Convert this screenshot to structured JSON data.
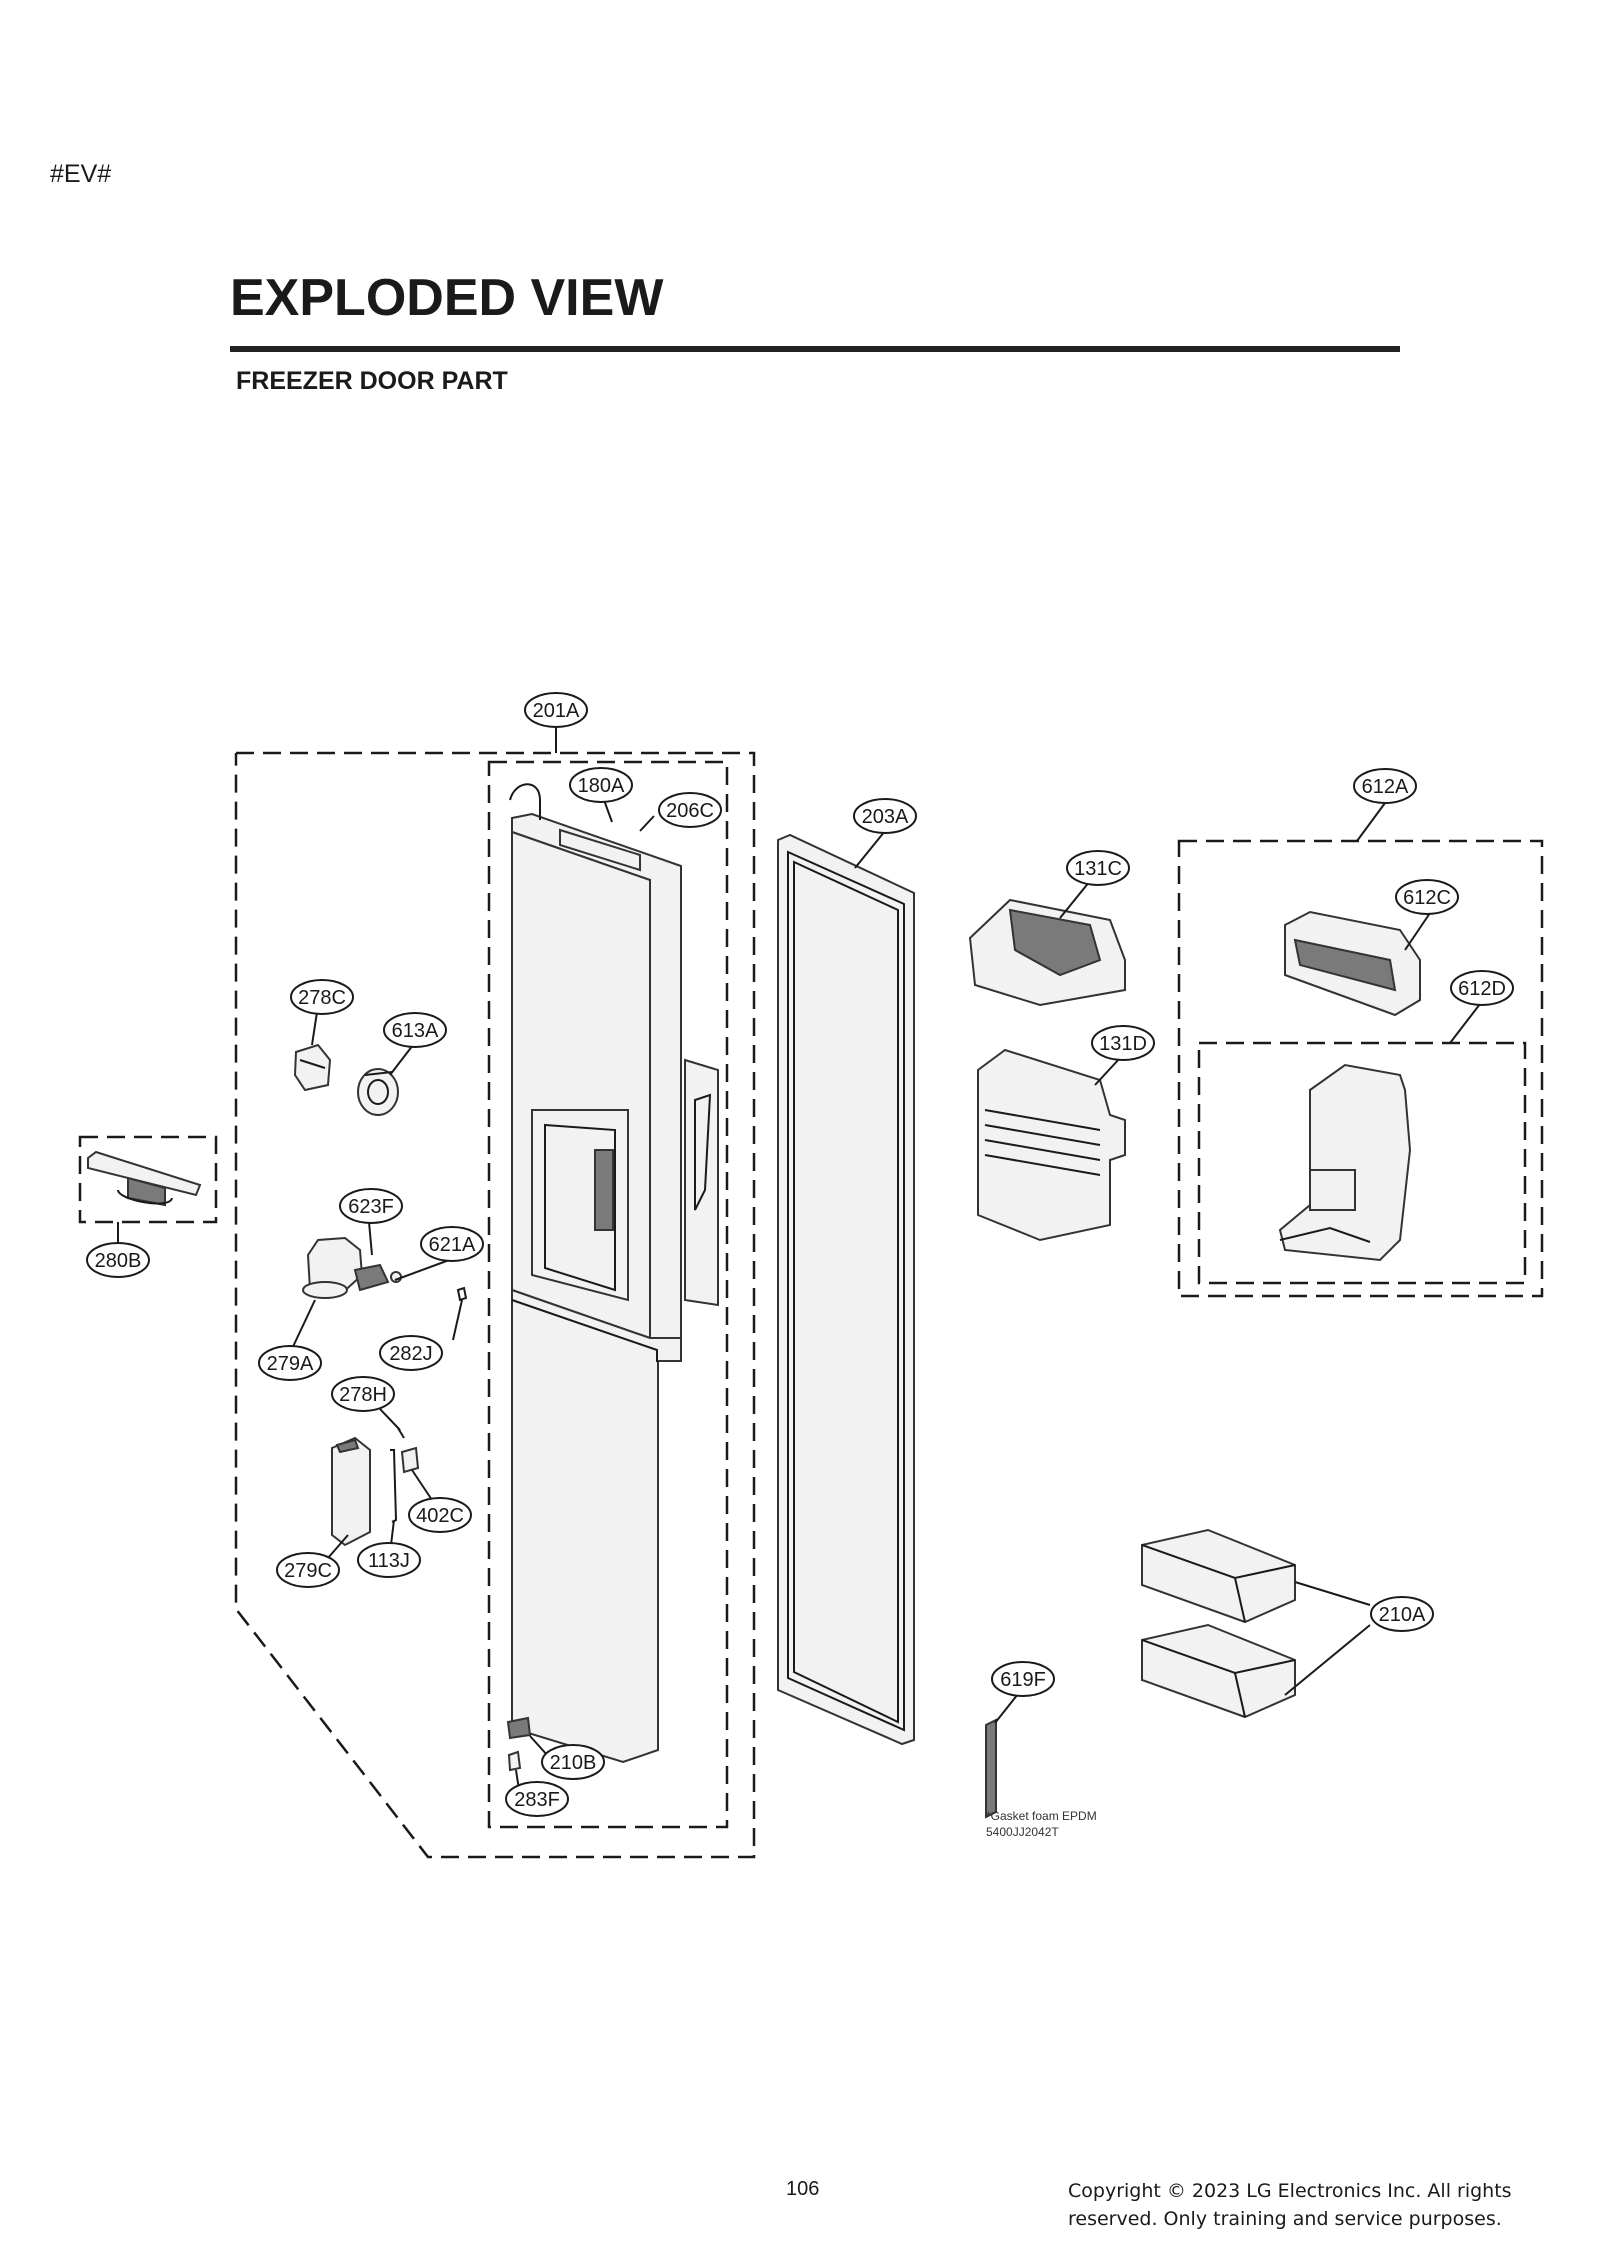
{
  "header": {
    "code_tag": "#EV#",
    "title": "EXPLODED VIEW",
    "subtitle": "FREEZER DOOR PART"
  },
  "callouts": {
    "c201A": "201A",
    "c180A": "180A",
    "c206C": "206C",
    "c203A": "203A",
    "c612A": "612A",
    "c131C": "131C",
    "c612C": "612C",
    "c612D": "612D",
    "c278C": "278C",
    "c613A": "613A",
    "c131D": "131D",
    "c623F": "623F",
    "c621A": "621A",
    "c280B": "280B",
    "c279A": "279A",
    "c282J": "282J",
    "c278H": "278H",
    "c402C": "402C",
    "c279C": "279C",
    "c113J": "113J",
    "c210A": "210A",
    "c619F": "619F",
    "c210B": "210B",
    "c283F": "283F"
  },
  "notes": {
    "gasket_line1": "*Gasket foam EPDM",
    "gasket_line2": "5400JJ2042T"
  },
  "footer": {
    "page_number": "106",
    "copyright": "Copyright © 2023 LG Electronics Inc. All rights reserved. Only training and service purposes."
  }
}
